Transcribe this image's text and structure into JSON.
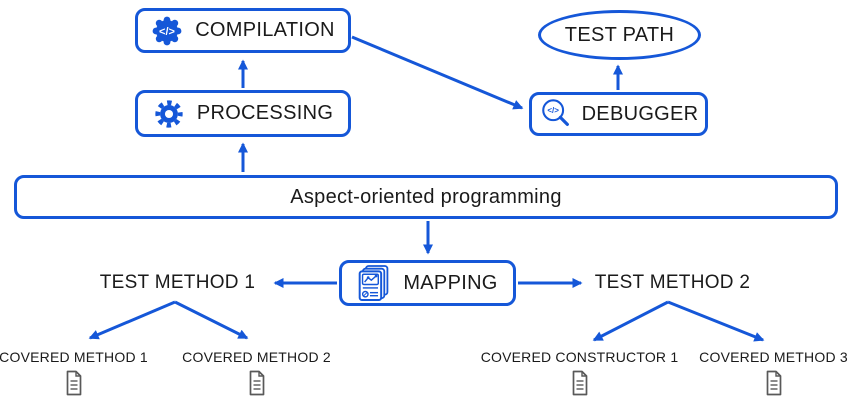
{
  "colors": {
    "accent": "#1557D8",
    "text": "#1a1a1a",
    "document_icon": "#595959"
  },
  "glyphs": {
    "code": "</>"
  },
  "nodes": {
    "compilation": {
      "label": "COMPILATION",
      "icon": "code-gear-icon",
      "shape": "rounded-rect"
    },
    "processing": {
      "label": "PROCESSING",
      "icon": "gear-icon",
      "shape": "rounded-rect"
    },
    "test_path": {
      "label": "TEST PATH",
      "icon": null,
      "shape": "ellipse"
    },
    "debugger": {
      "label": "DEBUGGER",
      "icon": "code-magnifier-icon",
      "shape": "rounded-rect"
    },
    "aop": {
      "label": "Aspect-oriented programming",
      "icon": null,
      "shape": "rounded-rect"
    },
    "mapping": {
      "label": "MAPPING",
      "icon": "report-chart-icon",
      "shape": "rounded-rect"
    },
    "test_method_1": {
      "label": "TEST METHOD 1",
      "icon": null,
      "shape": "text"
    },
    "test_method_2": {
      "label": "TEST METHOD 2",
      "icon": null,
      "shape": "text"
    },
    "covered_method_1": {
      "label": "COVERED METHOD 1",
      "icon": "document-icon",
      "shape": "text"
    },
    "covered_method_2": {
      "label": "COVERED METHOD 2",
      "icon": "document-icon",
      "shape": "text"
    },
    "covered_constructor_1": {
      "label": "COVERED CONSTRUCTOR 1",
      "icon": "document-icon",
      "shape": "text"
    },
    "covered_method_3": {
      "label": "COVERED METHOD 3",
      "icon": "document-icon",
      "shape": "text"
    }
  },
  "edges": [
    {
      "from": "PROCESSING",
      "to": "COMPILATION",
      "direction": "up"
    },
    {
      "from": "Aspect-oriented programming",
      "to": "PROCESSING",
      "direction": "up"
    },
    {
      "from": "COMPILATION",
      "to": "DEBUGGER",
      "direction": "diagonal-down-right"
    },
    {
      "from": "DEBUGGER",
      "to": "TEST PATH",
      "direction": "up"
    },
    {
      "from": "Aspect-oriented programming",
      "to": "MAPPING",
      "direction": "down"
    },
    {
      "from": "MAPPING",
      "to": "TEST METHOD 1",
      "direction": "left"
    },
    {
      "from": "MAPPING",
      "to": "TEST METHOD 2",
      "direction": "right"
    },
    {
      "from": "TEST METHOD 1",
      "to": "COVERED METHOD 1",
      "direction": "diagonal-down-left"
    },
    {
      "from": "TEST METHOD 1",
      "to": "COVERED METHOD 2",
      "direction": "diagonal-down-right"
    },
    {
      "from": "TEST METHOD 2",
      "to": "COVERED CONSTRUCTOR 1",
      "direction": "diagonal-down-left"
    },
    {
      "from": "TEST METHOD 2",
      "to": "COVERED METHOD 3",
      "direction": "diagonal-down-right"
    }
  ]
}
